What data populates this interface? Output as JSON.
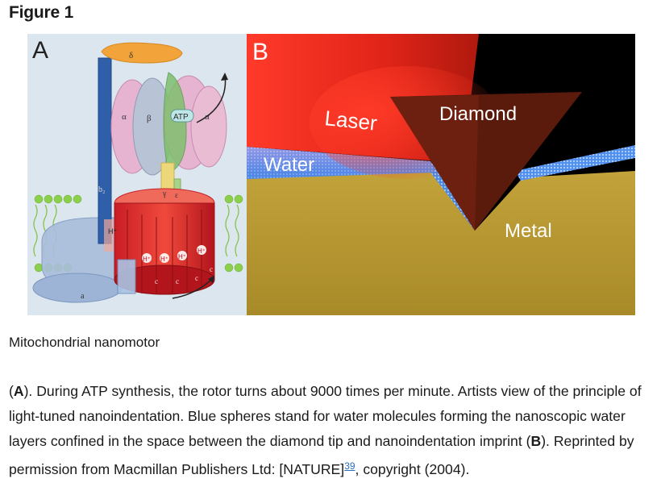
{
  "figure": {
    "heading": "Figure 1",
    "panel_a": {
      "label": "A",
      "greek": {
        "delta": "δ",
        "alpha_left": "α",
        "beta": "β",
        "alpha_right": "α",
        "gamma": "γ",
        "epsilon": "ε"
      },
      "atp": "ATP",
      "b2": "b₂",
      "a": "a",
      "c_labels": [
        "c",
        "c",
        "c",
        "c"
      ],
      "hplus": [
        "H⁺",
        "H⁺",
        "H⁺",
        "H⁺",
        "H⁺"
      ]
    },
    "panel_b": {
      "label": "B",
      "laser": "Laser",
      "diamond": "Diamond",
      "water": "Water",
      "metal": "Metal"
    }
  },
  "caption": "Mitochondrial nanomotor",
  "paragraph": {
    "a_label": "A",
    "part1": "). During ATP synthesis, the rotor turns about 9000 times per minute. Artists view of the principle of light-tuned nanoindentation. Blue spheres stand for water molecules forming the nanoscopic water layers confined in the space between the diamond tip and nanoindentation imprint (",
    "b_label": "B",
    "part2": "). Reprinted by permission from Macmillan Publishers Ltd: [NATURE]",
    "ref": "39",
    "part3": ", copyright (2004)."
  },
  "colors": {
    "panel_a_bg": "#dce6ee",
    "laser_red": "#e02418",
    "metal": "#b79a32",
    "water_blue": "#5fa0ef",
    "diamond": "#5a1a0c",
    "link": "#2a6ebb"
  }
}
